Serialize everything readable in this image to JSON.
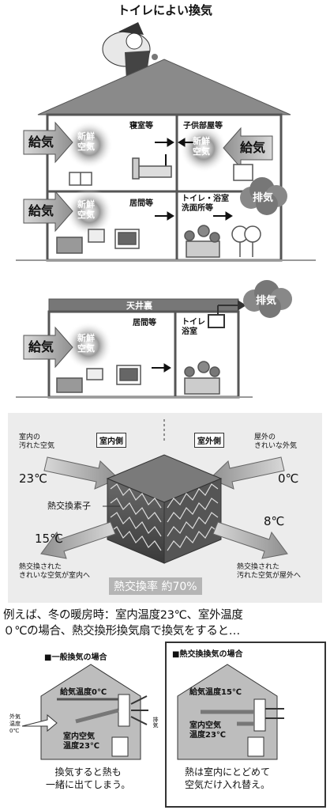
{
  "section1": {
    "title": "トイレによい換気",
    "intake1": "給気",
    "intake2": "給気",
    "intake3": "給気",
    "fresh1": "新鮮\n空気",
    "fresh2": "新鮮\n空気",
    "fresh3": "新鮮\n空気",
    "bedroom": "寝室等",
    "kids_room": "子供部屋等",
    "living": "居間等",
    "toilet_bath": "トイレ・浴室\n洗面所等",
    "exhaust": "排気"
  },
  "section2": {
    "attic": "天井裏",
    "exhaust": "排気",
    "intake": "給気",
    "fresh": "新鮮\n空気",
    "living": "居間等",
    "toilet_bath": "トイレ\n浴室"
  },
  "section3": {
    "indoor_side": "室内側",
    "outdoor_side": "室外側",
    "indoor_dirty_air": "室内の\n汚れた空気",
    "outdoor_clean_air": "屋外の\nきれいな外気",
    "temp_in": "23℃",
    "temp_out": "0℃",
    "element_label": "熱交換素子",
    "temp_supply": "15℃",
    "temp_exhaust": "8℃",
    "supply_note": "熱交換された\nきれいな空気が室内へ",
    "exhaust_note": "熱交換された\n汚れた空気が屋外へ",
    "efficiency": "熱交換率 約70%"
  },
  "caption": {
    "line1": "例えば、冬の暖房時：室内温度23℃、室外温度",
    "line2": "０℃の場合、熱交換形換気扇で換気をすると…"
  },
  "section4": {
    "left": {
      "heading": "■一般換気の場合",
      "supply_temp": "給気温度0℃",
      "room_air": "室内空気\n温度23℃",
      "outside_temp": "外気\n温度\n0℃",
      "exhaust": "排気",
      "note": "換気すると熱も\n一緒に出てしまう。"
    },
    "right": {
      "heading": "■熱交換換気の場合",
      "supply_temp": "給気温度15℃",
      "room_air": "室内空気\n温度23℃",
      "note": "熱は室内にとどめて\n空気だけ入れ替え。"
    }
  }
}
